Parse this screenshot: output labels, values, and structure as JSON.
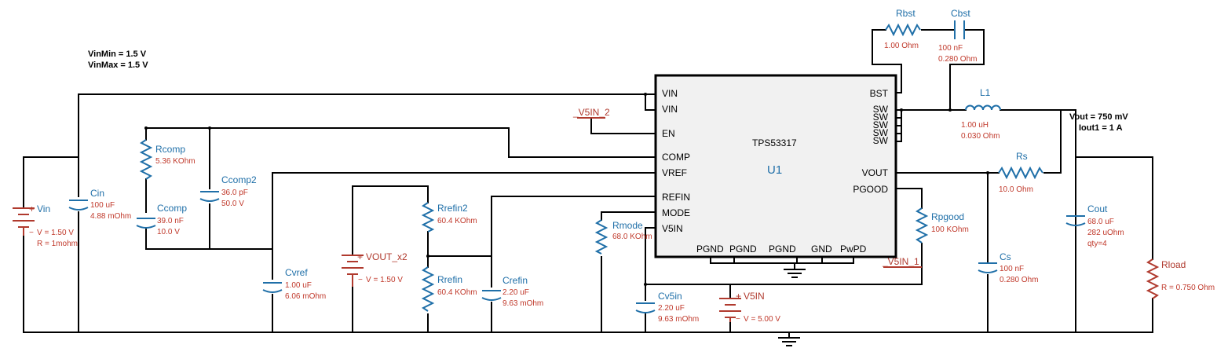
{
  "params": {
    "vin_min": "VinMin = 1.5 V",
    "vin_max": "VinMax = 1.5 V"
  },
  "outputs": {
    "vout": "Vout = 750 mV",
    "iout": "Iout1 = 1 A"
  },
  "ic": {
    "part": "TPS53317",
    "ref": "U1",
    "left_pins": [
      "VIN",
      "VIN",
      "EN",
      "COMP",
      "VREF",
      "REFIN",
      "MODE",
      "V5IN"
    ],
    "right_pins": [
      "BST",
      "SW",
      "SW",
      "SW",
      "SW",
      "SW",
      "VOUT",
      "PGOOD"
    ],
    "bottom_pins": [
      "PGND",
      "PGND",
      "PGND",
      "GND",
      "PwPD"
    ]
  },
  "components": {
    "rbst": {
      "name": "Rbst",
      "v1": "1.00 Ohm"
    },
    "cbst": {
      "name": "Cbst",
      "v1": "100 nF",
      "v2": "0.280 Ohm"
    },
    "l1": {
      "name": "L1",
      "v1": "1.00 uH",
      "v2": "0.030 Ohm"
    },
    "rs": {
      "name": "Rs",
      "v1": "10.0 Ohm"
    },
    "rpgood": {
      "name": "Rpgood",
      "v1": "100 KOhm"
    },
    "cs": {
      "name": "Cs",
      "v1": "100 nF",
      "v2": "0.280 Ohm"
    },
    "cout": {
      "name": "Cout",
      "v1": "68.0 uF",
      "v2": "282 uOhm",
      "v3": "qty=4"
    },
    "rload": {
      "name": "Rload",
      "v1": "R = 0.750 Ohm"
    },
    "vin": {
      "name": "Vin",
      "v1": "V = 1.50 V",
      "v2": "R = 1mohm"
    },
    "cin": {
      "name": "Cin",
      "v1": "100 uF",
      "v2": "4.88 mOhm"
    },
    "rcomp": {
      "name": "Rcomp",
      "v1": "5.36 KOhm"
    },
    "ccomp": {
      "name": "Ccomp",
      "v1": "39.0 nF",
      "v2": "10.0 V"
    },
    "ccomp2": {
      "name": "Ccomp2",
      "v1": "36.0 pF",
      "v2": "50.0 V"
    },
    "cvref": {
      "name": "Cvref",
      "v1": "1.00 uF",
      "v2": "6.06 mOhm"
    },
    "vout_x2": {
      "name": "VOUT_x2",
      "v1": "V = 1.50 V"
    },
    "rrefin2": {
      "name": "Rrefin2",
      "v1": "60.4 KOhm"
    },
    "rrefin": {
      "name": "Rrefin",
      "v1": "60.4 KOhm"
    },
    "crefin": {
      "name": "Crefin",
      "v1": "2.20 uF",
      "v2": "9.63 mOhm"
    },
    "rmode": {
      "name": "Rmode",
      "v1": "68.0 KOhm"
    },
    "cv5in": {
      "name": "Cv5in",
      "v1": "2.20 uF",
      "v2": "9.63 mOhm"
    },
    "v5in": {
      "name": "V5IN",
      "v1": "V = 5.00 V"
    }
  },
  "nets": {
    "v5in_2": "_V5IN_2",
    "v5in_1": "_V5IN_1"
  },
  "symbols": {
    "plus": "+",
    "minus": "−"
  }
}
